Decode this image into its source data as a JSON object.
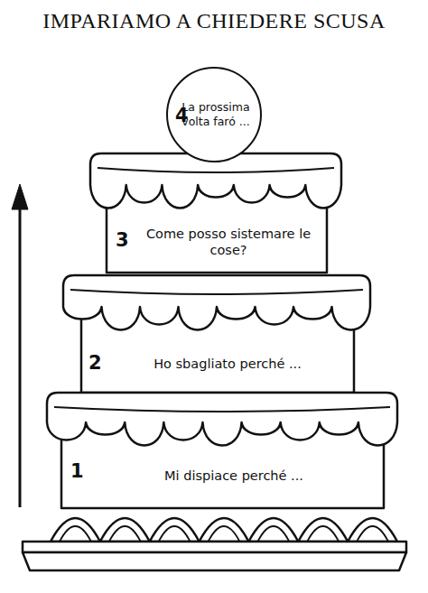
{
  "diagram": {
    "title": "IMPARIAMO A CHIEDERE SCUSA",
    "nodes": [
      {
        "text": [
          "4",
          "La prossima volta faró ..."
        ]
      },
      {
        "text": [
          "3",
          "Come posso sistemare le cose?"
        ]
      },
      {
        "text": [
          "2",
          "Ho sbagliato perché ..."
        ]
      },
      {
        "text": [
          "1",
          "Mi dispiace perché ..."
        ]
      }
    ]
  }
}
